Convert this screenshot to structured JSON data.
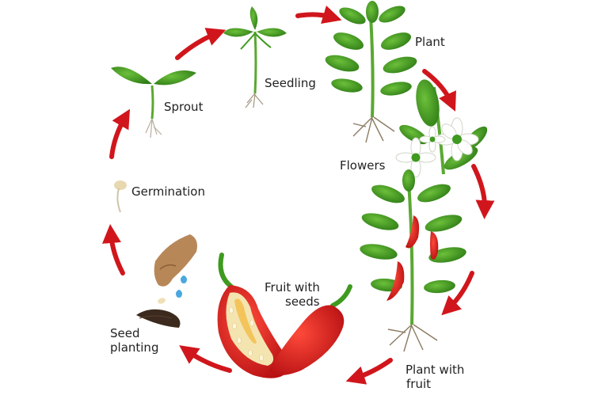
{
  "stages": {
    "sprout": "Sprout",
    "seedling": "Seedling",
    "plant": "Plant",
    "flowers": "Flowers",
    "plant_with_fruit": [
      "Plant with",
      "fruit"
    ],
    "fruit_with_seeds": [
      "Fruit with",
      "seeds"
    ],
    "seed_planting": [
      "Seed",
      "planting"
    ],
    "germination": "Germination"
  },
  "colors": {
    "arrow": "#d0161c",
    "leaf": "#3f9a1f",
    "stem": "#5aa832",
    "root": "#9a8a70",
    "pepper": "#d81e1e",
    "flower": "#ffffff",
    "seed_inner": "#f2c45a",
    "hand": "#b88758",
    "soil": "#3c2a1e",
    "water": "#4aa8e0"
  }
}
